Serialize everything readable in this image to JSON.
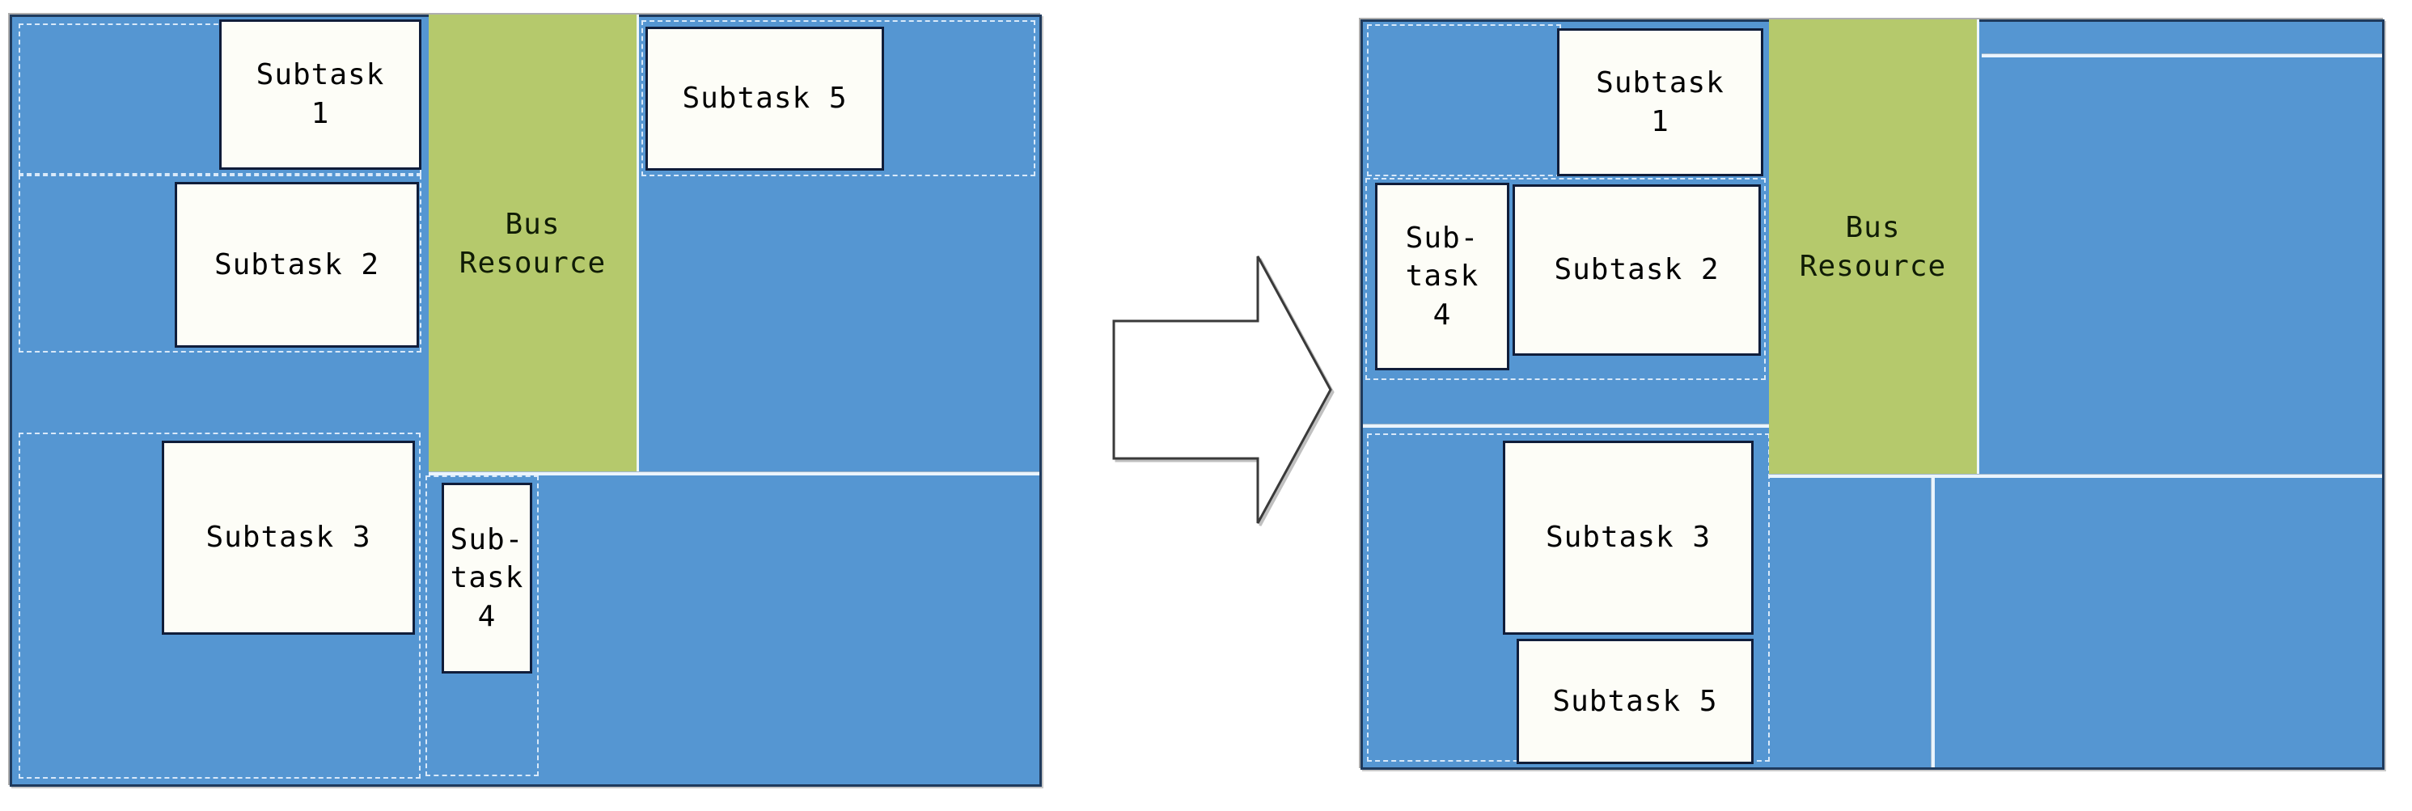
{
  "colors": {
    "task_region_fill": "#5596d2",
    "bus_resource_fill": "#b5c96c",
    "task_box_fill": "#fdfdf7",
    "dark_border": "#1f3a5c",
    "dashed_line": "#d9e9f9",
    "separator_line": "#eaf4fd",
    "arrow_fill": "#ffffff",
    "arrow_outline": "#3a3a3a"
  },
  "left_panel": {
    "subtask1_label": "Subtask\n1",
    "subtask2_label": "Subtask 2",
    "subtask3_label": "Subtask 3",
    "subtask4_label": "Sub-\ntask\n4",
    "subtask5_label": "Subtask 5",
    "bus_label": "Bus\nResource"
  },
  "right_panel": {
    "subtask1_label": "Subtask\n1",
    "subtask2_label": "Subtask 2",
    "subtask3_label": "Subtask 3",
    "subtask4_label": "Sub-\ntask\n4",
    "subtask5_label": "Subtask 5",
    "bus_label": "Bus\nResource"
  }
}
